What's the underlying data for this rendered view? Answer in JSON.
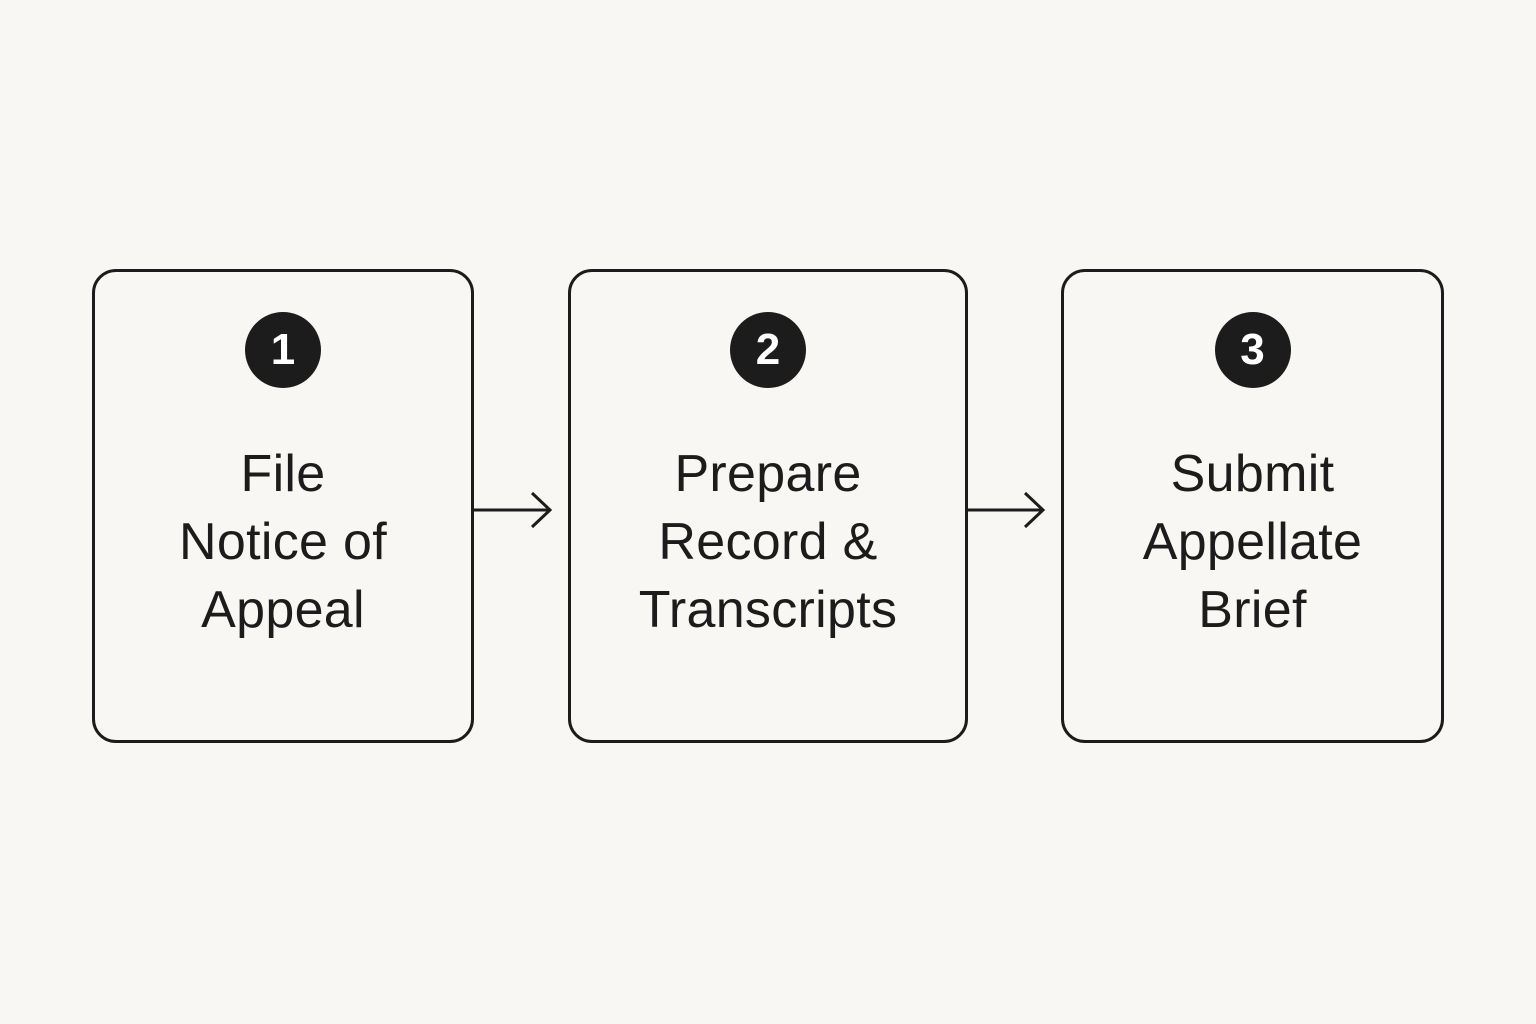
{
  "diagram": {
    "steps": [
      {
        "number": "1",
        "lines": [
          "File",
          "Notice of",
          "Appeal"
        ]
      },
      {
        "number": "2",
        "lines": [
          "Prepare",
          "Record &",
          "Transcripts"
        ]
      },
      {
        "number": "3",
        "lines": [
          "Submit",
          "Appellate",
          "Brief"
        ]
      }
    ],
    "colors": {
      "background": "#f8f7f3",
      "stroke": "#1c1c1c",
      "badge_text": "#ffffff"
    }
  }
}
